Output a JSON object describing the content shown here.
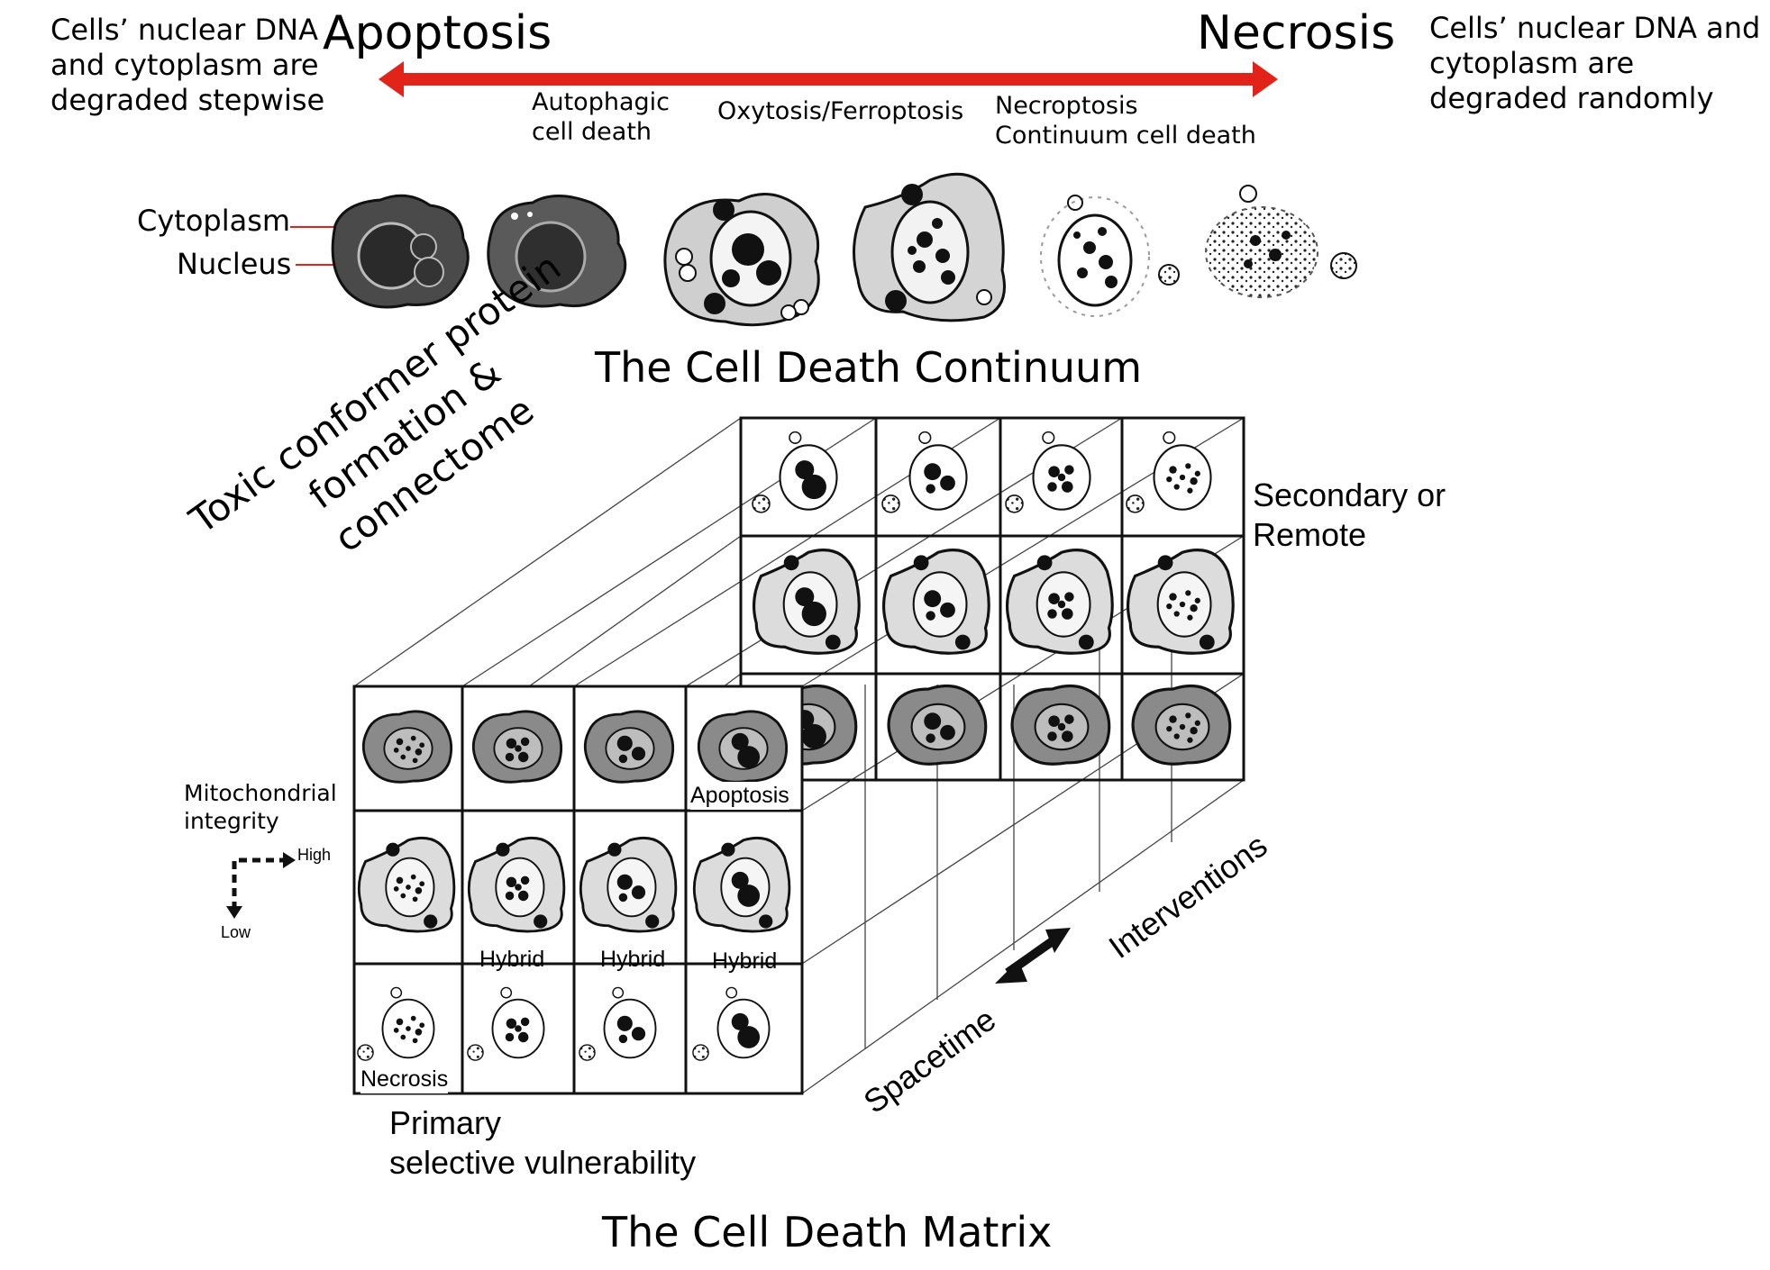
{
  "continuum": {
    "left_title": "Apoptosis",
    "right_title": "Necrosis",
    "left_desc": [
      "Cells’ nuclear DNA",
      "and cytoplasm are",
      "degraded stepwise"
    ],
    "right_desc": [
      "Cells’ nuclear DNA and",
      "cytoplasm are",
      "degraded randomly"
    ],
    "stages": {
      "autophagic": [
        "Autophagic",
        "cell death"
      ],
      "oxytosis": "Oxytosis/Ferroptosis",
      "necroptosis": [
        "Necroptosis",
        "Continuum cell death"
      ]
    },
    "labels": {
      "cytoplasm": "Cytoplasm",
      "nucleus": "Nucleus"
    },
    "caption": "The Cell Death Continuum",
    "arrow_color": "#e2231a",
    "pointer_color": "#e2231a"
  },
  "matrix": {
    "depth_axis_label": [
      "Toxic conformer protein",
      "formation &",
      "connectome"
    ],
    "secondary_label": [
      "Secondary or",
      "Remote"
    ],
    "primary_label": [
      "Primary",
      "selective vulnerability"
    ],
    "mito_label": [
      "Mitochondrial",
      "integrity"
    ],
    "high_label": "High",
    "low_label": "Low",
    "cell_labels": {
      "apoptosis": "Apoptosis",
      "hybrid": "Hybrid",
      "necrosis": "Necrosis"
    },
    "spacetime_label": "Spacetime",
    "interventions_label": "Interventions",
    "caption": "The Cell Death Matrix"
  }
}
